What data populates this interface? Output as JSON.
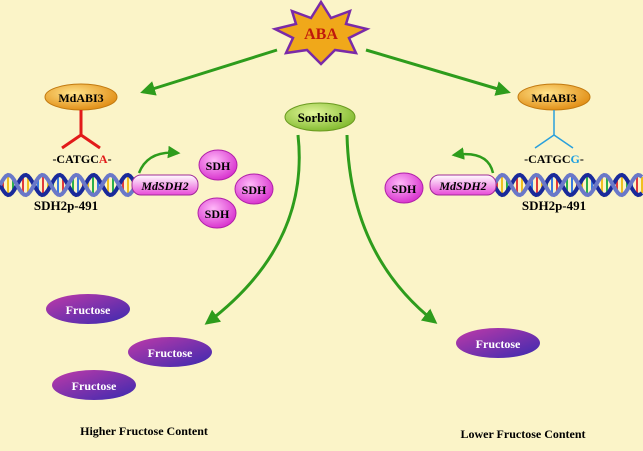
{
  "hormone": "ABA",
  "metabolite": "Sorbitol",
  "left": {
    "factor": "MdABI3",
    "motif_prefix": "-CATGC",
    "motif_variant": "A",
    "motif_suffix": "-",
    "gene": "MdSDH2",
    "promoter": "SDH2p-491",
    "enzyme": "SDH",
    "product": "Fructose",
    "caption": "Higher Fructose Content"
  },
  "right": {
    "factor": "MdABI3",
    "motif_prefix": "-CATGC",
    "motif_variant": "G",
    "motif_suffix": "-",
    "gene": "MdSDH2",
    "promoter": "SDH2p-491",
    "enzyme": "SDH",
    "product": "Fructose",
    "caption": "Lower Fructose Content"
  },
  "colors": {
    "background": "#fbf4c8",
    "arrow": "#2e9c1c",
    "aba_star": "#f0a81a",
    "aba_text": "#c0180c",
    "factor": "#f2a21c",
    "sorbitol": "#a8d440",
    "sdh": "#e43ed8",
    "fructose": "#7a2aa8",
    "variant_a": "#e21a1a",
    "variant_g": "#1ea0e0",
    "left_binding": "#e21a1a",
    "right_binding": "#2aa0dc"
  }
}
